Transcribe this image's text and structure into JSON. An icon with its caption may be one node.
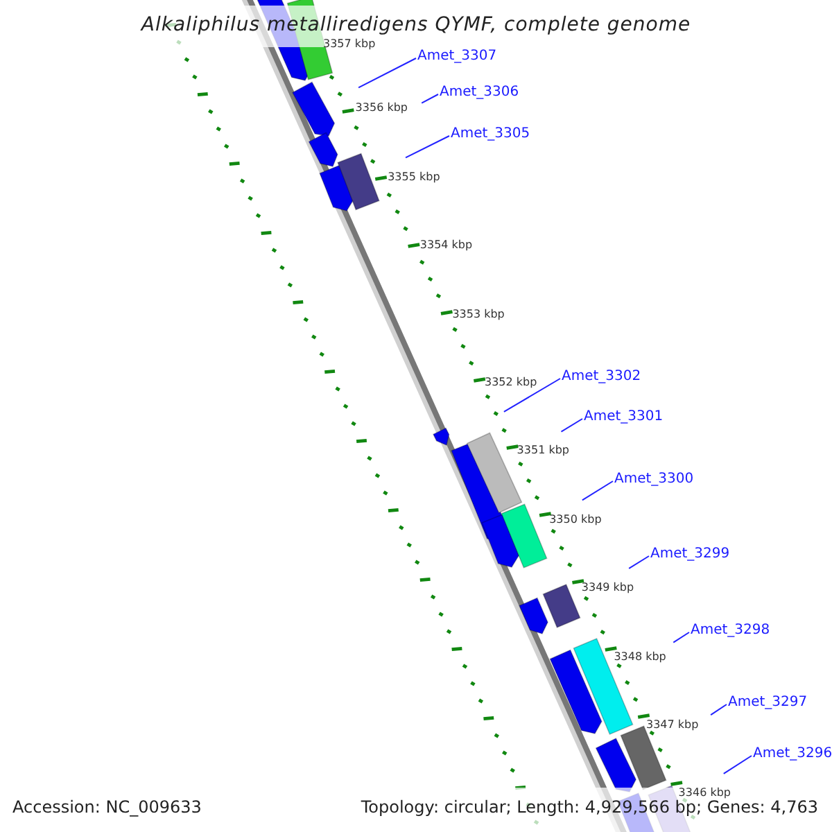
{
  "diagram": {
    "title": "Alkaliphilus metalliredigens QYMF, complete genome",
    "nodes": [
      {
        "text": [
          "Amet_3307"
        ]
      },
      {
        "text": [
          "Amet_3306"
        ]
      },
      {
        "text": [
          "Amet_3305"
        ]
      },
      {
        "text": [
          "Amet_3302"
        ]
      },
      {
        "text": [
          "Amet_3301"
        ]
      },
      {
        "text": [
          "Amet_3300"
        ]
      },
      {
        "text": [
          "Amet_3299"
        ]
      },
      {
        "text": [
          "Amet_3298"
        ]
      },
      {
        "text": [
          "Amet_3297"
        ]
      },
      {
        "text": [
          "Amet_3296"
        ]
      }
    ],
    "edges": [
      {
        "from": 0,
        "to": null,
        "arrow": "none"
      },
      {
        "from": 1,
        "to": null,
        "arrow": "none"
      },
      {
        "from": 2,
        "to": null,
        "arrow": "none"
      },
      {
        "from": 3,
        "to": null,
        "arrow": "none"
      },
      {
        "from": 4,
        "to": null,
        "arrow": "none"
      },
      {
        "from": 5,
        "to": null,
        "arrow": "none"
      },
      {
        "from": 6,
        "to": null,
        "arrow": "none"
      },
      {
        "from": 7,
        "to": null,
        "arrow": "none"
      },
      {
        "from": 8,
        "to": null,
        "arrow": "none"
      },
      {
        "from": 9,
        "to": null,
        "arrow": "none"
      }
    ],
    "labels": [
      "3357 kbp",
      "3356 kbp",
      "3355 kbp",
      "3354 kbp",
      "3353 kbp",
      "3352 kbp",
      "3351 kbp",
      "3350 kbp",
      "3349 kbp",
      "3348 kbp",
      "3347 kbp",
      "3346 kbp",
      "Accession: NC_009633",
      "Topology: circular; Length: 4,929,566 bp; Genes: 4,763"
    ]
  }
}
